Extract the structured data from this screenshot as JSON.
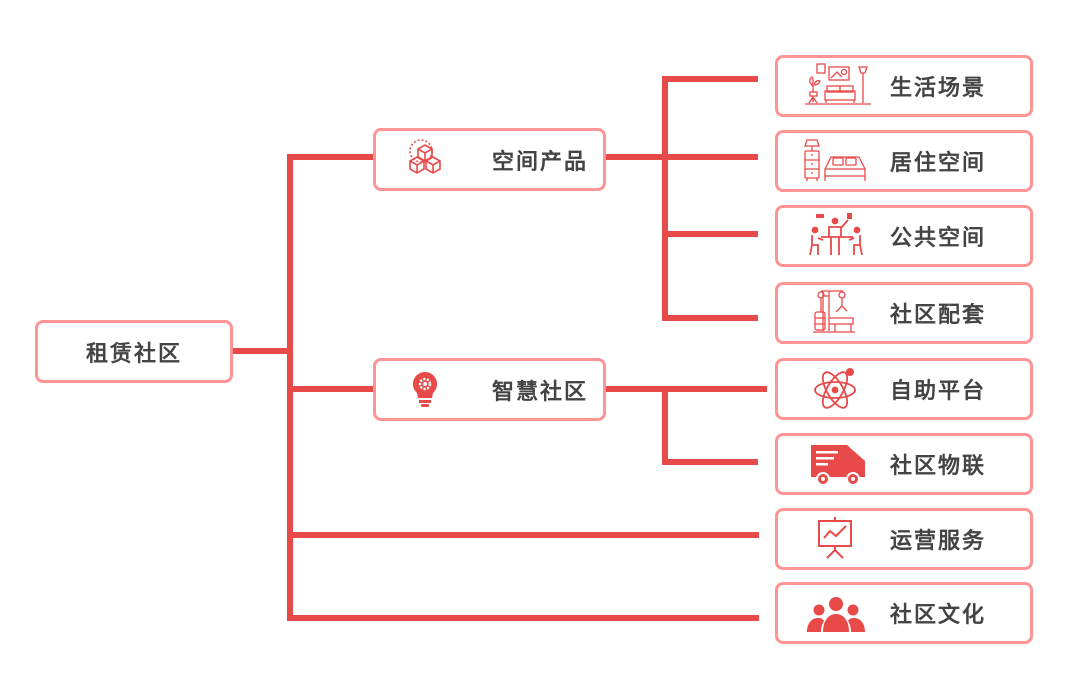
{
  "root": {
    "label": "租赁社区"
  },
  "branches": [
    {
      "label": "空间产品",
      "icon": "cubes-icon",
      "children": [
        {
          "label": "生活场景",
          "icon": "living-room-icon"
        },
        {
          "label": "居住空间",
          "icon": "bedroom-icon"
        },
        {
          "label": "公共空间",
          "icon": "meeting-icon"
        },
        {
          "label": "社区配套",
          "icon": "gym-equipment-icon"
        }
      ]
    },
    {
      "label": "智慧社区",
      "icon": "lightbulb-gear-icon",
      "children": [
        {
          "label": "自助平台",
          "icon": "atom-icon"
        },
        {
          "label": "社区物联",
          "icon": "delivery-truck-icon"
        }
      ]
    },
    {
      "label": "运营服务",
      "icon": "presentation-chart-icon"
    },
    {
      "label": "社区文化",
      "icon": "people-group-icon"
    }
  ],
  "colors": {
    "connector": "#e84a4a",
    "border": "#ff9494",
    "icon": "#e84a4a",
    "text": "#444444"
  }
}
